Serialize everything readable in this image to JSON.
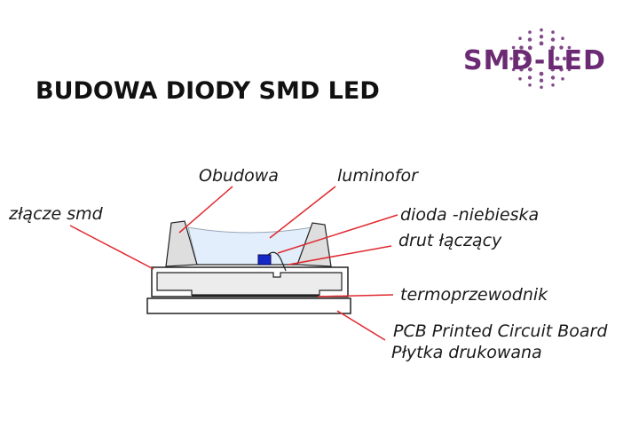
{
  "title": "BUDOWA DIODY SMD LED",
  "logo": {
    "text": "SMD-LED",
    "color": "#6b2a73",
    "dot_color": "#6b2a73"
  },
  "labels": {
    "obudowa": "Obudowa",
    "luminofor": "luminofor",
    "zlacze": "złącze smd",
    "dioda": "dioda -niebieska",
    "drut": "drut łączący",
    "termo": "termoprzewodnik",
    "pcb_en": "PCB Printed Circuit Board",
    "pcb_pl": "Płytka drukowana"
  },
  "colors": {
    "leader_line": "#e0282e",
    "outline": "#222222",
    "housing_fill": "#dedede",
    "housing_inner": "#ececec",
    "phosphor": "#e2eefb",
    "chip": "#1428c8",
    "board": "#ffffff"
  }
}
